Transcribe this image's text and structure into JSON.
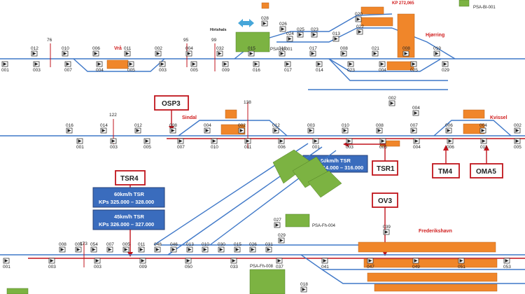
{
  "stations": {
    "vra": "Vrå",
    "hirtshals": "Hirtshals",
    "hjorring": "Hjørring",
    "sindal": "Sindal",
    "kvissel": "Kvissel",
    "frederikshavn": "Frederikshavn"
  },
  "kp_marker": "KP 272,065",
  "psa_labels": {
    "bi001": "PSA-BI-001",
    "hj001": "PSA-Hj-001",
    "fh004": "PSA-Fh-004",
    "fh008": "PSA-Fh-008"
  },
  "callouts": {
    "osp3": "OSP3",
    "tsr4": "TSR4",
    "tsr1": "TSR1",
    "ov3": "OV3",
    "tm4": "TM4",
    "oma5": "OMA5"
  },
  "tsr_boxes": {
    "tsr1_line1": "80km/h TSR",
    "tsr1_line2": "KPs 314.000 – 316.000",
    "tsr4a_line1": "60km/h TSR",
    "tsr4a_line2": "KPs 325.000 – 328.000",
    "tsr4b_line1": "45km/h TSR",
    "tsr4b_line2": "KPs 326.000 – 327.000"
  },
  "kp_ticks": {
    "k76": "76",
    "k95": "95",
    "k99": "99",
    "k122": "122",
    "k138": "138",
    "k173": "173"
  },
  "signals_row1_top": [
    "012",
    "010",
    "006",
    "011",
    "002",
    "004",
    "032",
    "015",
    "016",
    "017",
    "008",
    "021",
    "008",
    "019"
  ],
  "signals_row1_bottom": [
    "001",
    "003",
    "007",
    "004",
    "005",
    "003",
    "005",
    "009",
    "016",
    "017",
    "014",
    "023",
    "004",
    "025",
    "029"
  ],
  "signals_row2_top": [
    "016",
    "014",
    "012",
    "008",
    "004",
    "002",
    "012",
    "003",
    "010",
    "008",
    "007",
    "006",
    "004",
    "002"
  ],
  "signals_row2_bottom": [
    "001",
    "003",
    "005",
    "007",
    "010",
    "011",
    "006",
    "001",
    "003",
    "005",
    "004",
    "006",
    "011",
    "005"
  ],
  "signals_row3_top": [
    "008",
    "005",
    "054",
    "007",
    "005",
    "011",
    "048",
    "046",
    "013",
    "010",
    "030",
    "015",
    "026",
    "031"
  ],
  "signals_row3_bottom": [
    "001",
    "003",
    "003",
    "009",
    "050",
    "033",
    "037",
    "041",
    "047",
    "049",
    "051",
    "053"
  ],
  "signals_misc": [
    "028",
    "026",
    "024",
    "025",
    "023",
    "020",
    "022",
    "013",
    "018",
    "004",
    "002",
    "039",
    "027",
    "029"
  ],
  "colors": {
    "track": "#3f78c8",
    "red": "#c0141c",
    "orange": "#f0862a",
    "green": "#7cb342",
    "tsr_fill": "#3a6cbd"
  }
}
